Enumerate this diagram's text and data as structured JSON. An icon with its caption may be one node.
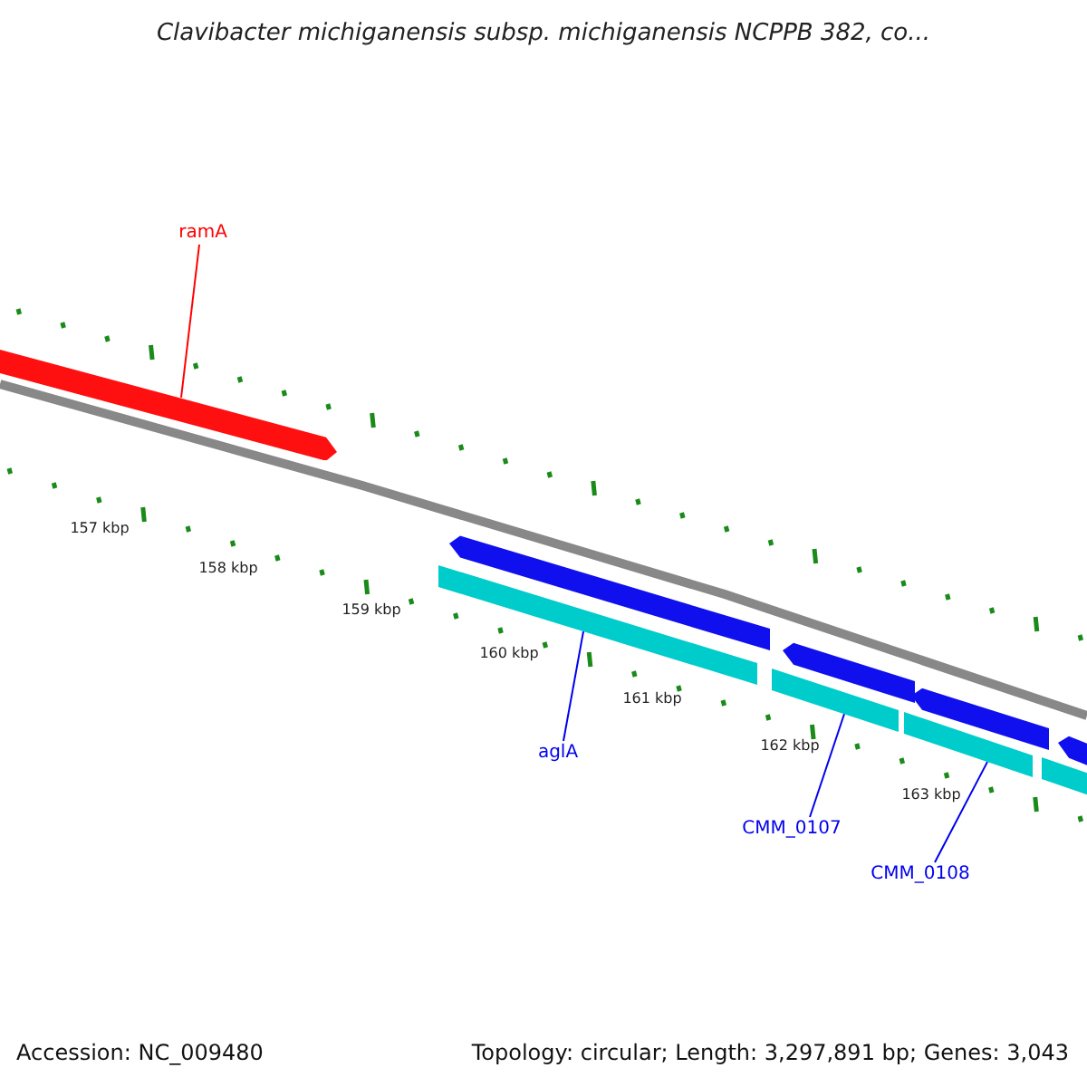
{
  "diagram": {
    "title": "Clavibacter michiganensis subsp. michiganensis NCPPB 382, co...",
    "nodes": [
      {
        "text": [
          "ramA"
        ]
      },
      {
        "text": [],
        "shape": "bar"
      },
      {
        "text": [
          "aglA"
        ]
      },
      {
        "text": [],
        "shape": "bar"
      },
      {
        "text": [
          "CMM_0107"
        ]
      },
      {
        "text": [],
        "shape": "bar"
      },
      {
        "text": [
          "CMM_0108"
        ]
      },
      {
        "text": [],
        "shape": "bar"
      }
    ],
    "edges": [
      {
        "from": 0,
        "to": 1,
        "arrow": "none",
        "color": "#ff0000"
      },
      {
        "from": 2,
        "to": 3,
        "arrow": "none"
      },
      {
        "from": 4,
        "to": 5,
        "arrow": "none"
      },
      {
        "from": 6,
        "to": 7,
        "arrow": "none"
      }
    ],
    "labels": [
      "157 kbp",
      "158 kbp",
      "159 kbp",
      "160 kbp",
      "161 kbp",
      "162 kbp",
      "163 kbp",
      "Accession: NC_009480",
      "Topology: circular; Length: 3,297,891 bp; Genes: 3,043"
    ]
  }
}
